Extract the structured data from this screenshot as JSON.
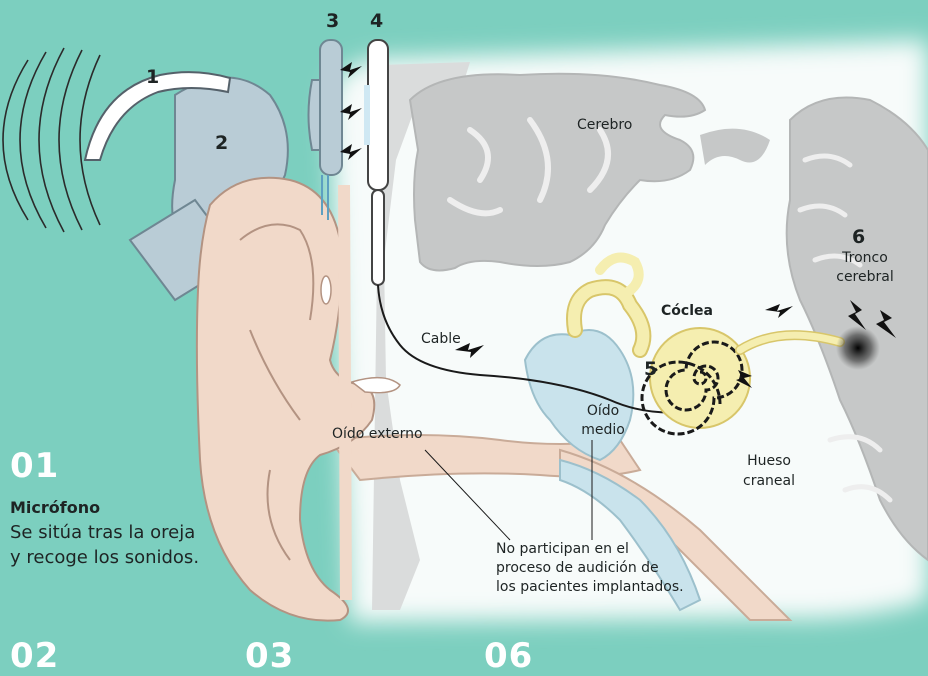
{
  "markers": [
    "1",
    "2",
    "3",
    "4",
    "5",
    "6"
  ],
  "labels": {
    "cerebro": "Cerebro",
    "coclea": "Cóclea",
    "tronco_1": "Tronco",
    "tronco_2": "cerebral",
    "cable": "Cable",
    "oido_medio_1": "Oído",
    "oido_medio_2": "medio",
    "oido_externo": "Oído externo",
    "hueso_1": "Hueso",
    "hueso_2": "craneal",
    "note_1": "No participan en el",
    "note_2": "proceso de audición de",
    "note_3": "los pacientes implantados."
  },
  "steps": [
    {
      "number": "01",
      "title": "Micrófono",
      "text_1": "Se sitúa tras la oreja",
      "text_2": "y recoge los sonidos."
    },
    {
      "number": "02"
    },
    {
      "number": "03"
    },
    {
      "number": "06"
    }
  ],
  "colors": {
    "background": "#7ccfbf",
    "head_panel": "#f7fbfa",
    "brain": "#c6c8c8",
    "skin": "#f1d9c9",
    "device": "#b9ccd6",
    "cochlea": "#f5eeb0"
  }
}
